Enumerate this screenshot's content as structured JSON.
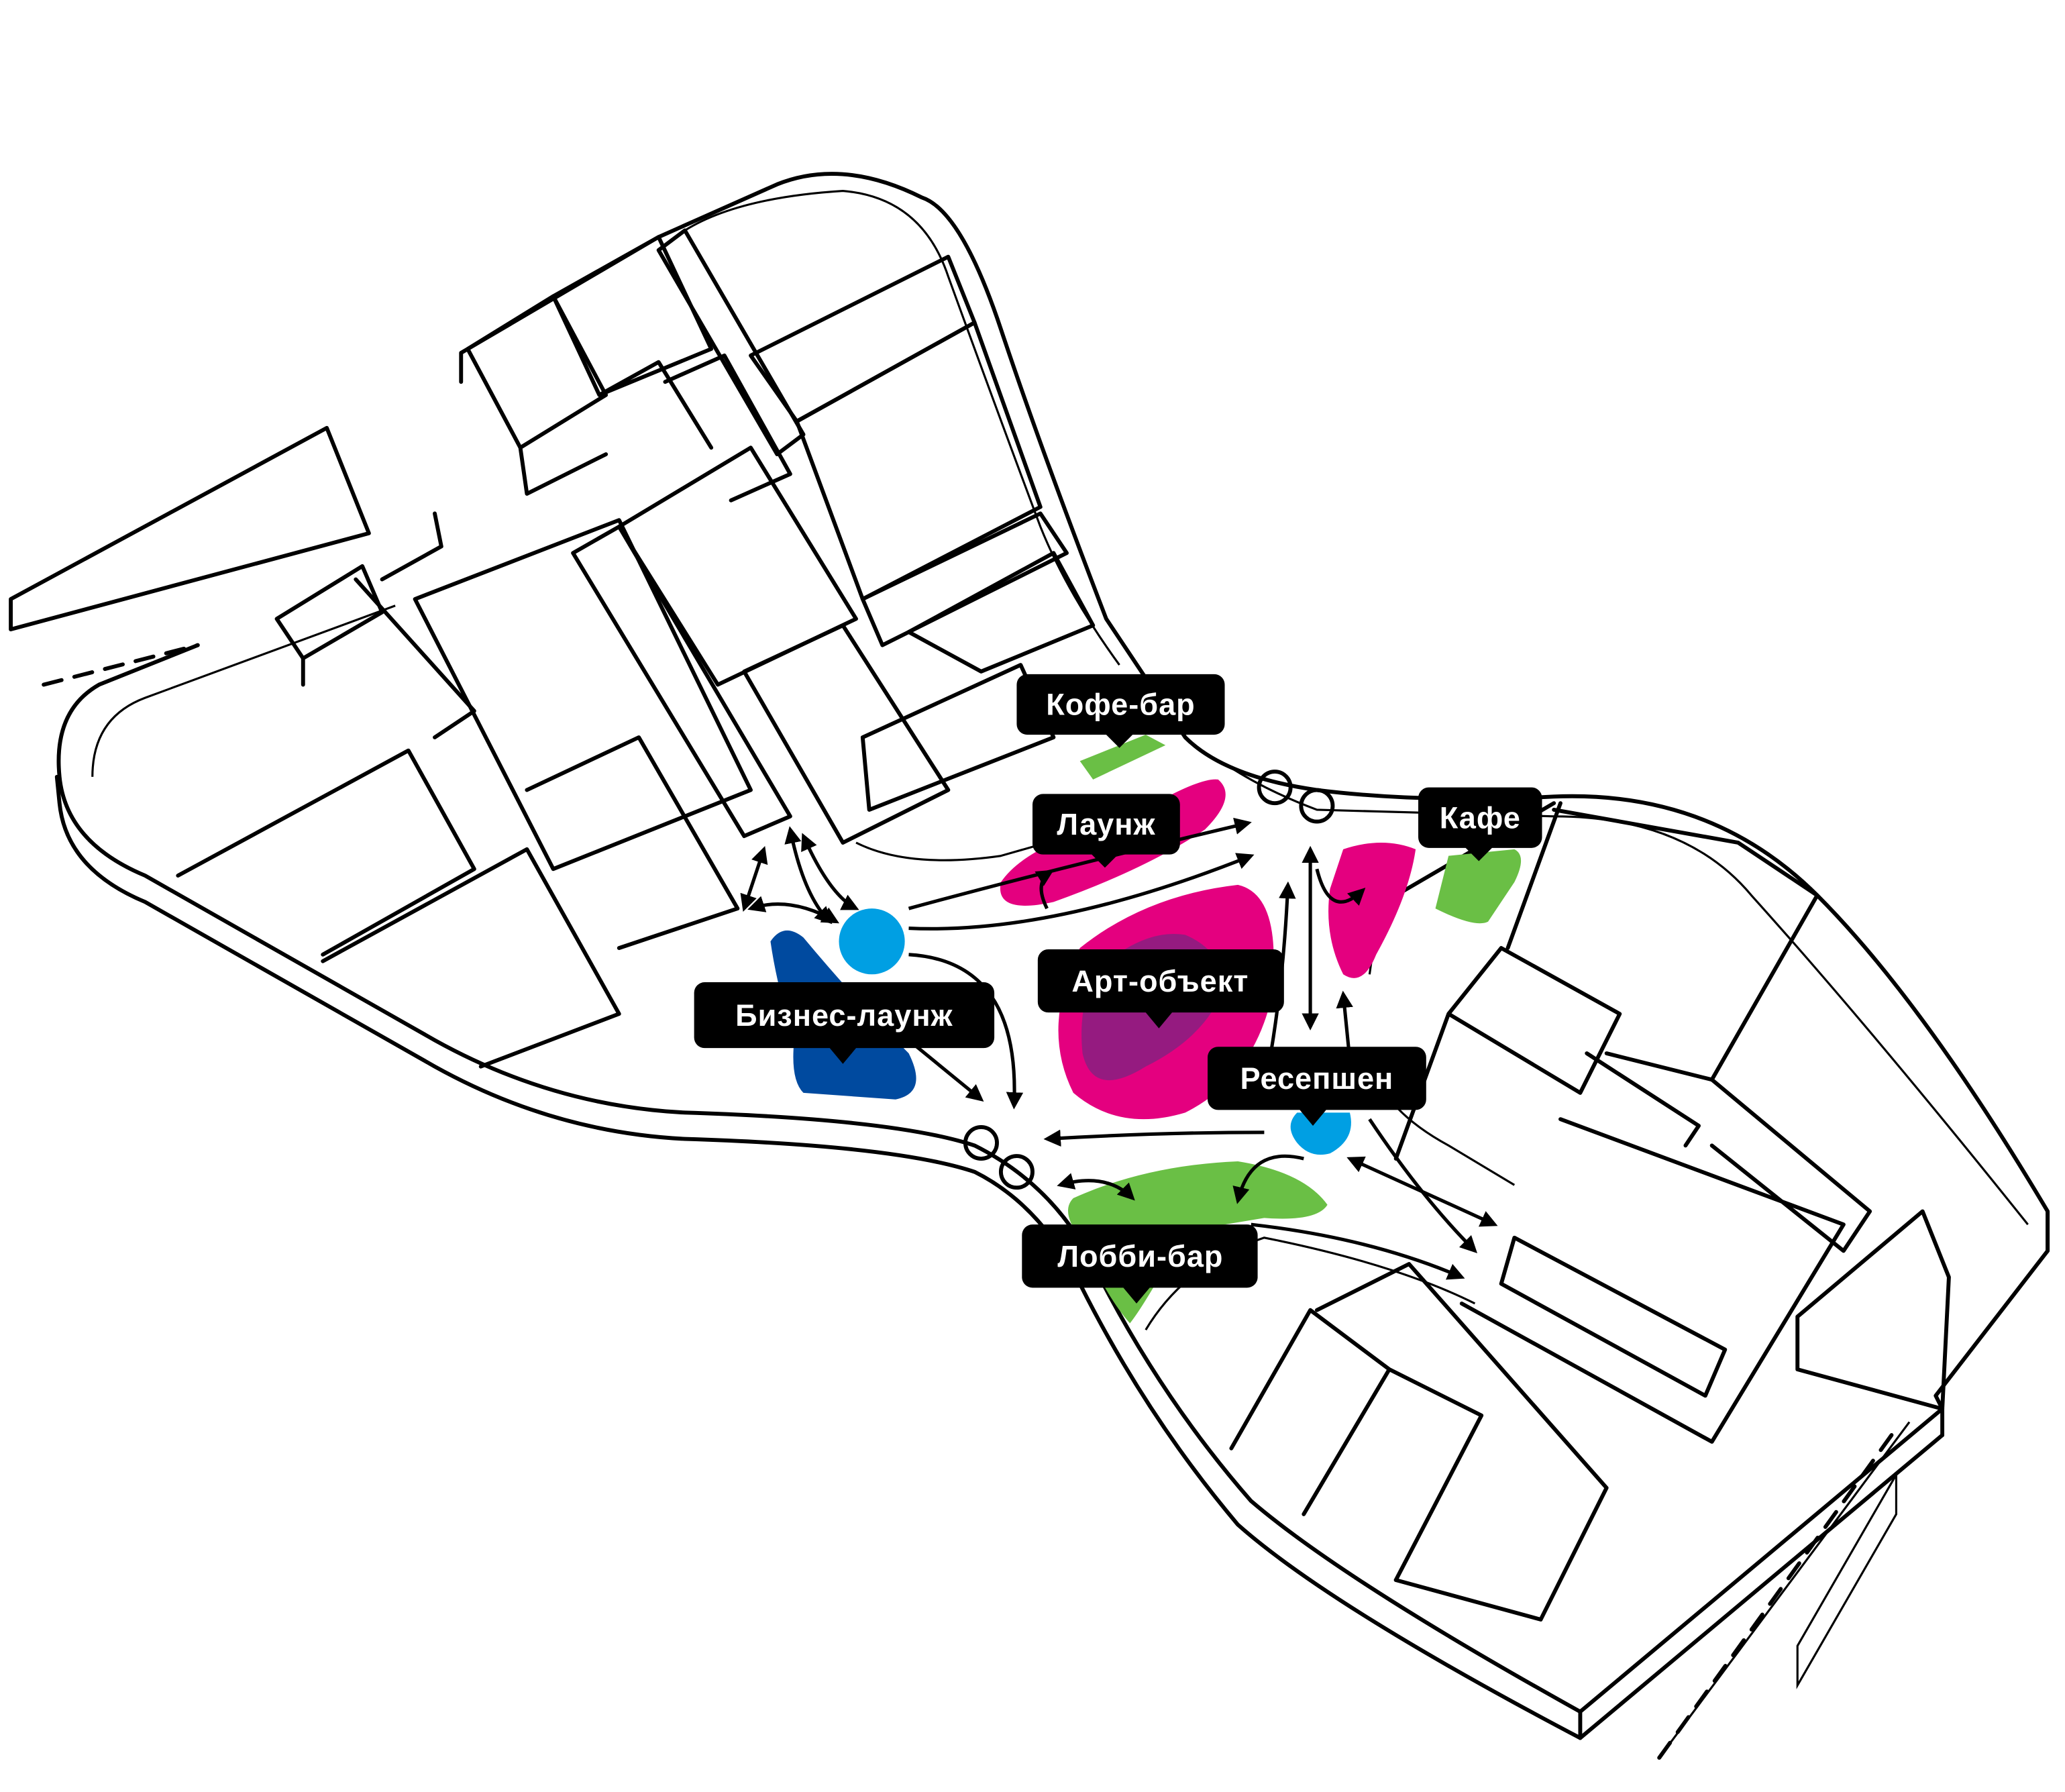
{
  "zones": [
    {
      "id": "coffee-bar",
      "label": "Кофе-бар",
      "color": "#6abf45"
    },
    {
      "id": "lounge",
      "label": "Лаунж",
      "color": "#e4007f"
    },
    {
      "id": "cafe",
      "label": "Кафе",
      "color": "#6abf45"
    },
    {
      "id": "art-object",
      "label": "Арт-объект",
      "color": "#e4007f",
      "inner_color": "#951b80"
    },
    {
      "id": "business-lounge",
      "label": "Бизнес-лаунж",
      "color": "#004a9f",
      "accent_color": "#009fe3"
    },
    {
      "id": "reception",
      "label": "Ресепшен",
      "color": "#009fe3"
    },
    {
      "id": "lobby-bar",
      "label": "Лобби-бар",
      "color": "#6abf45"
    }
  ]
}
